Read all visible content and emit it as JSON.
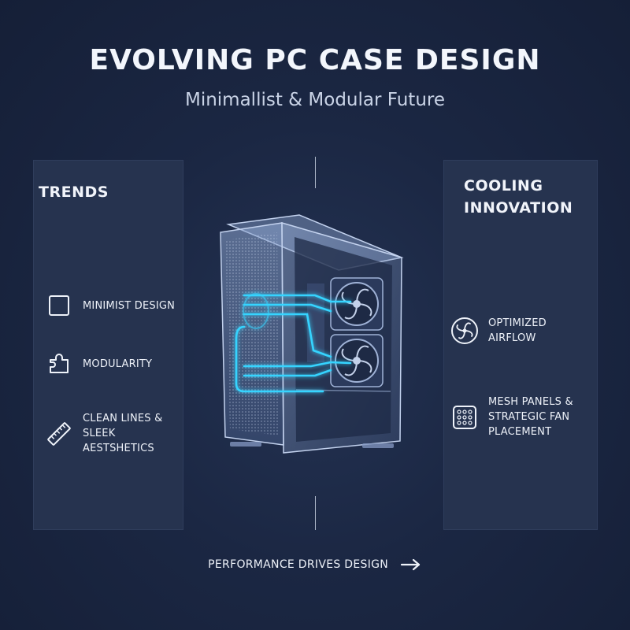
{
  "header": {
    "title": "EVOLVING PC CASE DESIGN",
    "subtitle": "Minimallist & Modular Future"
  },
  "left_panel": {
    "title": "TRENDS",
    "items": [
      {
        "icon": "square-icon",
        "label": "MINIMIST DESIGN"
      },
      {
        "icon": "puzzle-piece-icon",
        "label": "MODULARITY"
      },
      {
        "icon": "ruler-icon",
        "label_line1": "CLEAN LINES &",
        "label_line2": "SLEEK AESTSHETICS"
      }
    ]
  },
  "right_panel": {
    "title_line1": "COOLING",
    "title_line2": "INNOVATION",
    "items": [
      {
        "icon": "fan-icon",
        "label": "OPTIMIZED AIRFLOW"
      },
      {
        "icon": "mesh-panel-icon",
        "label_line1": "MESH PANELS &",
        "label_line2": "STRATEGIC FAN PLACEMENT"
      }
    ]
  },
  "footer": {
    "text": "PERFORMANCE DRIVES DESIGN",
    "icon": "arrow-right-icon"
  },
  "colors": {
    "background": "#1b2743",
    "panel": "#26334f",
    "glow": "#35d4ff",
    "text": "#eef2f9"
  }
}
